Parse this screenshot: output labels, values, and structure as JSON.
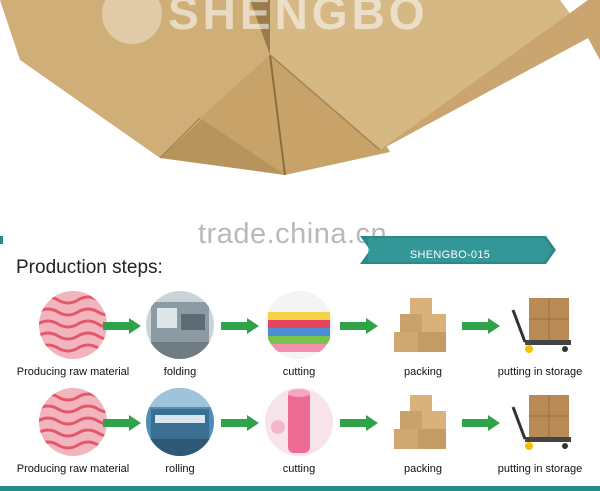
{
  "hero": {
    "brand_watermark": "SHENGBO"
  },
  "watermark": {
    "text": "trade.china.cn"
  },
  "banner": {
    "model": "SHENGBO-015"
  },
  "title": "Production steps:",
  "rows": [
    {
      "steps": [
        {
          "label": "Producing raw material",
          "icon": "raw-material-swatch"
        },
        {
          "label": "folding",
          "icon": "folding-machine"
        },
        {
          "label": "cutting",
          "icon": "colored-cloth-stack"
        },
        {
          "label": "packing",
          "icon": "carton-boxes"
        },
        {
          "label": "putting in storage",
          "icon": "pallet-jack-boxes"
        }
      ]
    },
    {
      "steps": [
        {
          "label": "Producing raw material",
          "icon": "raw-material-swatch"
        },
        {
          "label": "rolling",
          "icon": "rolling-machine"
        },
        {
          "label": "cutting",
          "icon": "pink-roll"
        },
        {
          "label": "packing",
          "icon": "carton-boxes"
        },
        {
          "label": "putting in storage",
          "icon": "pallet-jack-boxes"
        }
      ]
    }
  ],
  "colors": {
    "arrow": "#2fa24a",
    "banner": "#2a8a8a",
    "cardboard": "#c9a46d"
  }
}
